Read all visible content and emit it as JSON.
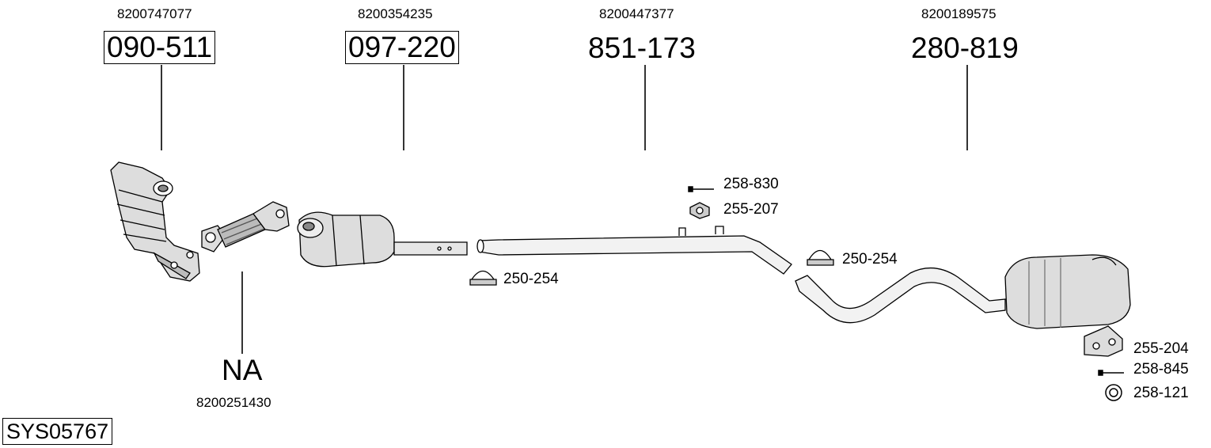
{
  "system_code": "SYS05767",
  "parts": [
    {
      "oem": "8200747077",
      "ref": "090-511"
    },
    {
      "oem": "8200354235",
      "ref": "097-220"
    },
    {
      "oem": "8200447377",
      "ref": "851-173"
    },
    {
      "oem": "8200189575",
      "ref": "280-819"
    }
  ],
  "flex_part": {
    "ref": "NA",
    "oem": "8200251430"
  },
  "accessories": {
    "bolt_1": "258-830",
    "hanger_1": "255-207",
    "clamp_1": "250-254",
    "clamp_2": "250-254",
    "hanger_2": "255-204",
    "bolt_2": "258-845",
    "ring": "258-121"
  }
}
